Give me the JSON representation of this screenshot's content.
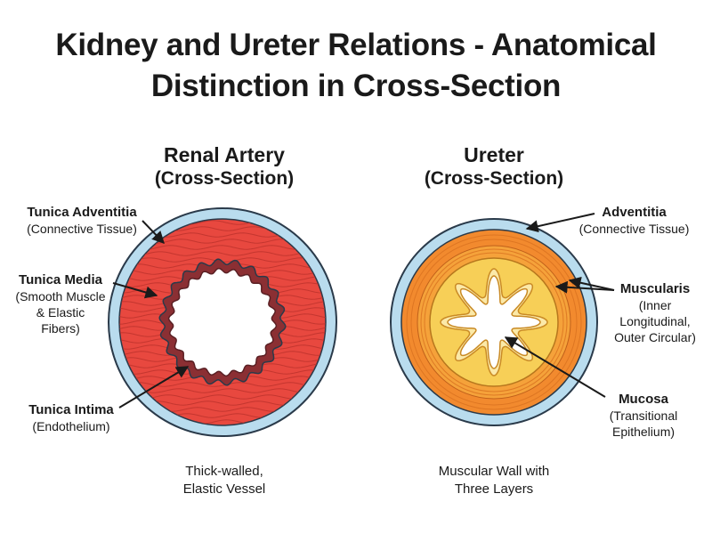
{
  "title": {
    "line1": "Kidney and Ureter Relations - Anatomical",
    "line2": "Distinction in Cross-Section"
  },
  "artery": {
    "heading": "Renal Artery",
    "subheading": "(Cross-Section)",
    "labels": [
      {
        "name": "Tunica Adventitia",
        "desc": [
          "(Connective Tissue)"
        ]
      },
      {
        "name": "Tunica Media",
        "desc": [
          "(Smooth Muscle",
          "& Elastic",
          "Fibers)"
        ]
      },
      {
        "name": "Tunica Intima",
        "desc": [
          "(Endothelium)"
        ]
      }
    ],
    "caption": [
      "Thick-walled,",
      "Elastic Vessel"
    ]
  },
  "ureter": {
    "heading": "Ureter",
    "subheading": "(Cross-Section)",
    "labels": [
      {
        "name": "Adventitia",
        "desc": [
          "(Connective Tissue)"
        ]
      },
      {
        "name": "Muscularis",
        "desc": [
          "(Inner",
          "Longitudinal,",
          "Outer Circular)"
        ]
      },
      {
        "name": "Mucosa",
        "desc": [
          "(Transitional",
          "Epithelium)"
        ]
      }
    ],
    "caption": [
      "Muscular Wall with",
      "Three Layers"
    ]
  },
  "colors": {
    "adventitia": "#b9dcee",
    "artery_media": "#e8483f",
    "artery_intima": "#8b2f33",
    "ureter_muscle_outer": "#f28a2e",
    "ureter_muscle_inner": "#f5a23a",
    "ureter_mucosa": "#f7cf57",
    "outline": "#2a3a4a"
  }
}
